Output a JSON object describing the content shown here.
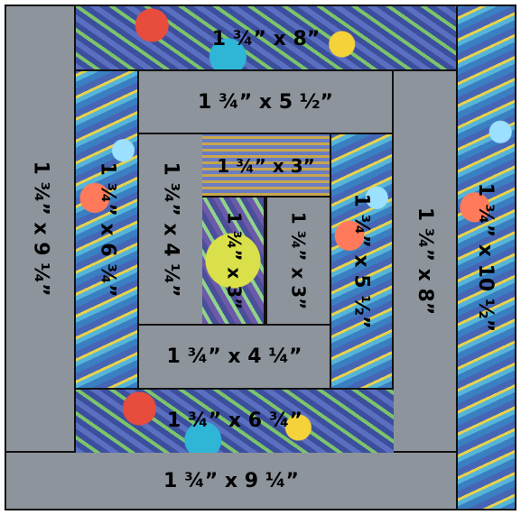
{
  "strips": {
    "top_8": "1 ¾” x 8”",
    "inner_top_5_5": "1 ¾” x 5 ½”",
    "center_top_3": "1 ¾” x 3”",
    "left_9_25": "1 ¾” x 9 ¼”",
    "left_6_75": "1 ¾” x 6 ¾”",
    "left_4_25": "1 ¾” x 4 ¼”",
    "center_left_3": "1 ¾” x 3”",
    "center_right_3": "1 ¾” x 3”",
    "right_5_5": "1 ¾” x 5 ½”",
    "right_8": "1 ¾” x 8”",
    "right_10_5": "1 ¾” x 10 ½”",
    "bottom_4_25": "1 ¾” x 4 ¼”",
    "bottom_6_75": "1 ¾” x 6 ¾”",
    "bottom_9_25": "1 ¾” x 9 ¼”"
  }
}
